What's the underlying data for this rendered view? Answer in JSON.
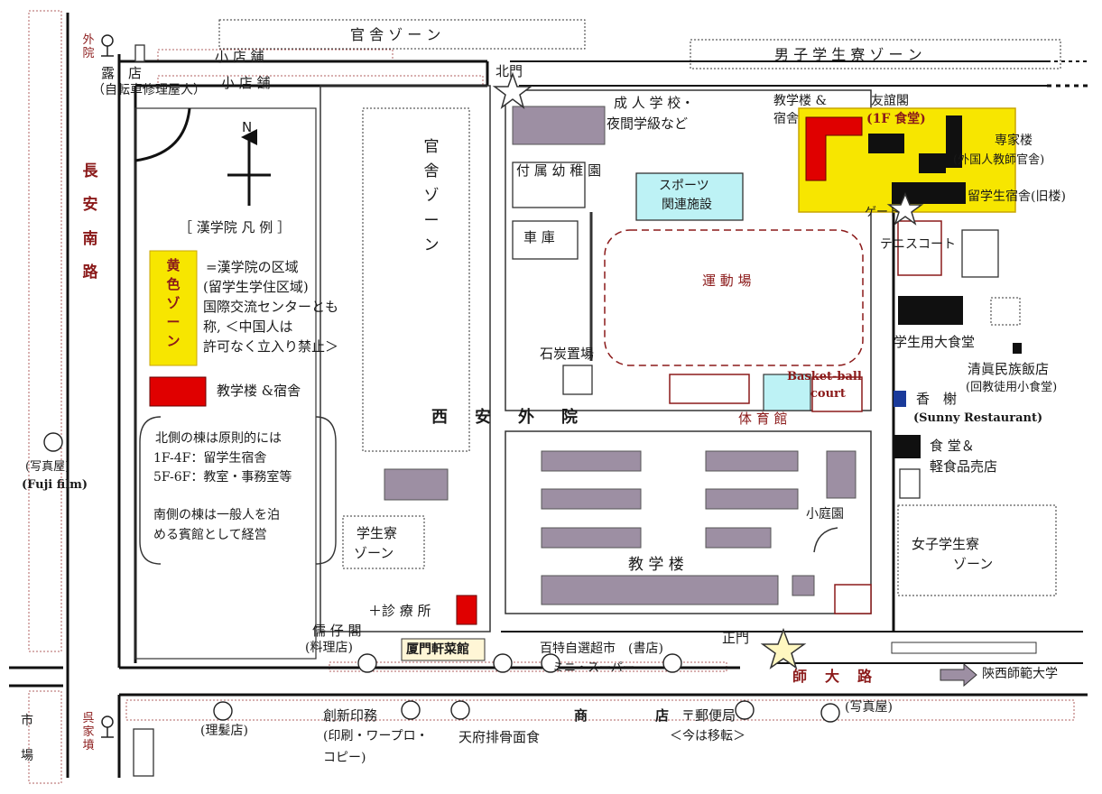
{
  "title": "西　安　外　院",
  "zones": {
    "kansha_top": "官 舎 ゾ ー ン",
    "boys_dorm": "男 子 学 生 寮 ゾ ー ン",
    "kansha_mid": "官舎ゾーン",
    "girls_dorm_1": "女子学生寮",
    "girls_dorm_2": "ゾーン",
    "student_dorm_1": "学生寮",
    "student_dorm_2": "ゾーン",
    "yellow_zone": "黄色ゾーン"
  },
  "shops": {
    "shop1": "小 店 舗",
    "shop2": "小 店 舗",
    "roten": "露　店",
    "bike_repair": "（自転車修理屋人）"
  },
  "roads": {
    "changan": "長安南路",
    "shida": "師　大　路",
    "shaanxi_normal": "陝西師範大学"
  },
  "bus_stops": {
    "waiyuan": "外院",
    "wujiafen": "呉家墳",
    "market": "市場"
  },
  "gates": {
    "north": "北門",
    "south": "正門",
    "gate": "ゲート"
  },
  "compass": "N",
  "legend": {
    "title": "［ 漢学院 凡 例 ］",
    "yellow_desc": [
      "=漢学院の区域",
      "(留学生学住区域)",
      "国際交流センターとも",
      "称, ＜中国人は",
      "許可なく立入り禁止＞"
    ],
    "red_desc": "教学楼 &宿舎",
    "note": [
      "北側の棟は原則的には",
      "1F-4F：留学生宿舎",
      "5F-6F：教室・事務室等",
      "",
      "南側の棟は一般人を泊",
      "める賓館として経営"
    ]
  },
  "buildings": {
    "adult_school_1": "成 人 学 校・",
    "adult_school_2": "夜間学級など",
    "kindergarten": "付 属 幼 稚 園",
    "sports_1": "スポーツ",
    "sports_2": "関連施設",
    "garage": "車 庫",
    "field": "運 動 場",
    "coal": "石炭置場",
    "basketball_1": "Basket-ball",
    "basketball_2": "court",
    "gym": "体 育 館",
    "teaching": "教 学 楼",
    "small_garden": "小庭園",
    "clinic": "＋診 療 所",
    "kyosha_1": "教学楼 &",
    "kyosha_2": "宿舎",
    "yuyi_1": "友誼閣",
    "yuyi_2": "(1F 食堂)",
    "expert_1": "専家楼",
    "expert_2": "(外国人教師官舎)",
    "old_dorm": "留学生宿舎(旧楼)",
    "tennis": "テニスコート",
    "canteen": "学生用大食堂",
    "qingzhen_1": "清眞民族飯店",
    "qingzhen_2": "(回教徒用小食堂)",
    "xiangxie_1": "香　榭",
    "xiangxie_2": "(Sunny Restaurant)",
    "shokudo_1": "食 堂＆",
    "shokudo_2": "軽食品売店"
  },
  "street_shops": {
    "ruzai_1": "儒 仔 閣",
    "ruzai_2": "(料理店)",
    "xiamen": "厦門軒菜館",
    "supermarket": "百特自選超市　(書店)",
    "mini_super": "ミニ・スーパー",
    "photo_1": "(写真屋)",
    "photo_2": "(Fuji film)",
    "photo_right": "(写真屋)",
    "barber": "(理髪店)",
    "chuangxin_1": "創新印務",
    "chuangxin_2": "(印刷・ワープロ・",
    "chuangxin_3": "コピー)",
    "tianfu": "天府排骨面食",
    "shoten": "商　　　　　店",
    "post_1": "〒郵便局",
    "post_2": "＜今は移転＞"
  },
  "colors": {
    "yellow_zone": "#f7e600",
    "red_building": "#e00000",
    "gray_building": "#9d8fa3",
    "black_building": "#101010",
    "sports_blue": "#bdf2f5",
    "restaurant_blue": "#1a3a9a",
    "arrow_gray": "#9d8fa3"
  }
}
